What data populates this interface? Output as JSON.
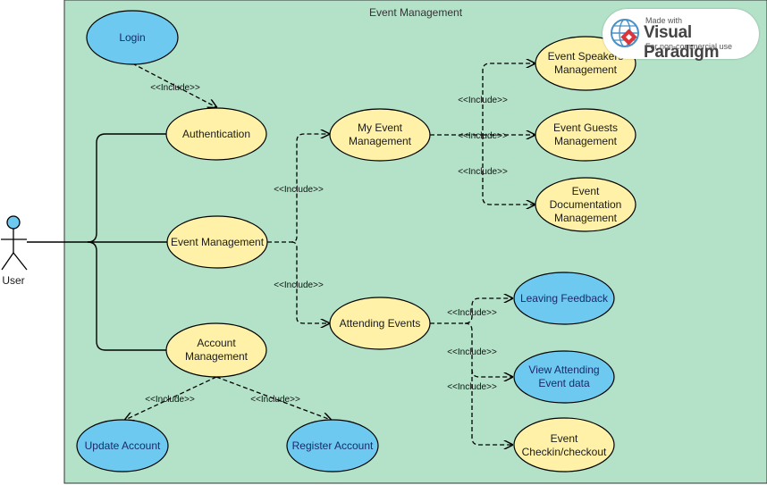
{
  "system": {
    "title": "Event Management"
  },
  "actor": {
    "name": "User"
  },
  "watermark": {
    "made_with": "Made with",
    "brand": "Visual Paradigm",
    "note": "For non-commercial use"
  },
  "use_cases": {
    "login": "Login",
    "authentication": "Authentication",
    "event_management": "Event Management",
    "account_management": [
      "Account",
      "Management"
    ],
    "my_event_management": [
      "My Event",
      "Management"
    ],
    "attending_events": "Attending Events",
    "event_speakers_management": [
      "Event Speakers",
      "Management"
    ],
    "event_guests_management": [
      "Event Guests",
      "Management"
    ],
    "event_documentation_management": [
      "Event",
      "Documentation",
      "Management"
    ],
    "leaving_feedback": "Leaving Feedback",
    "view_attending_event_data": [
      "View Attending",
      "Event data"
    ],
    "event_checkin_checkout": [
      "Event",
      "Checkin/checkout"
    ],
    "update_account": "Update Account",
    "register_account": "Register Account"
  },
  "relationship_label": "<<Include>>",
  "colors": {
    "system_fill": "#b3e2c8",
    "yellow_usecase": "#fff2a8",
    "blue_usecase": "#6ec9f0",
    "stroke": "#000000"
  }
}
